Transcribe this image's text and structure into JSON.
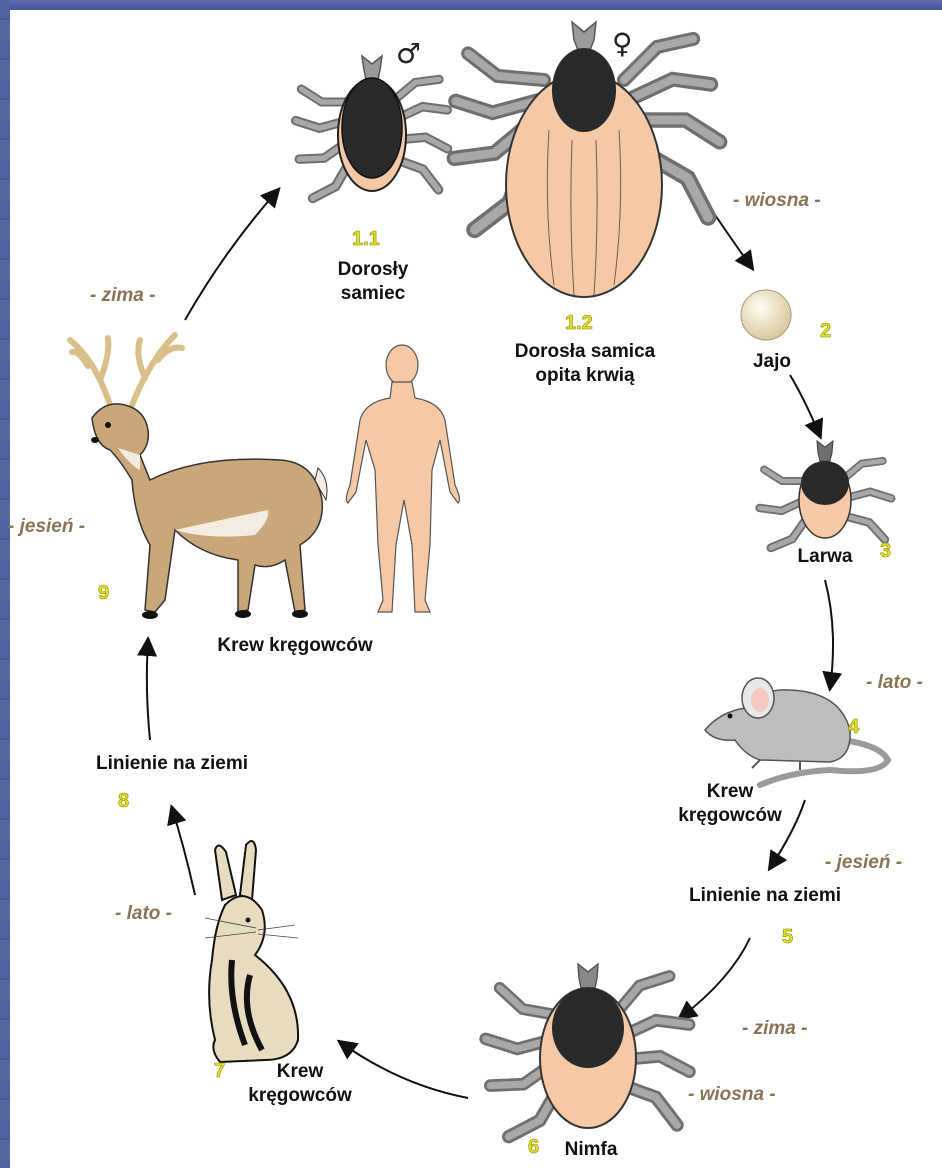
{
  "symbols": {
    "male": "♂",
    "female": "♀"
  },
  "stages": {
    "male": {
      "num": "1.1",
      "label_line1": "Dorosły",
      "label_line2": "samiec"
    },
    "female": {
      "num": "1.2",
      "label_line1": "Dorosła samica",
      "label_line2": "opita krwią"
    },
    "egg": {
      "num": "2",
      "label": "Jajo"
    },
    "larva": {
      "num": "3",
      "label": "Larwa"
    },
    "mouse": {
      "num": "4",
      "label_line1": "Krew",
      "label_line2": "kręgowców"
    },
    "molt1": {
      "num": "5",
      "label": "Linienie na ziemi"
    },
    "nymph": {
      "num": "6",
      "label": "Nimfa"
    },
    "hare": {
      "num": "7",
      "label_line1": "Krew",
      "label_line2": "kręgowców"
    },
    "molt2": {
      "num": "8",
      "label": "Linienie na ziemi"
    },
    "deer": {
      "num": "9",
      "label": "Krew kręgowców"
    }
  },
  "seasons": {
    "wiosna_1": "- wiosna -",
    "lato_1": "- lato -",
    "jesien_1": "- jesień -",
    "zima_1": "- zima -",
    "wiosna_2": "- wiosna -",
    "lato_2": "- lato -",
    "jesien_2": "- jesień -",
    "zima_2": "- zima -"
  },
  "colors": {
    "tick_body": "#f5c9a6",
    "tick_shield": "#2a2a2a",
    "legs": "#8c8c8c",
    "deer": "#c9a77a",
    "mouse": "#bdbdbd",
    "season_text": "#8a7456",
    "number_text": "#e6e020"
  }
}
